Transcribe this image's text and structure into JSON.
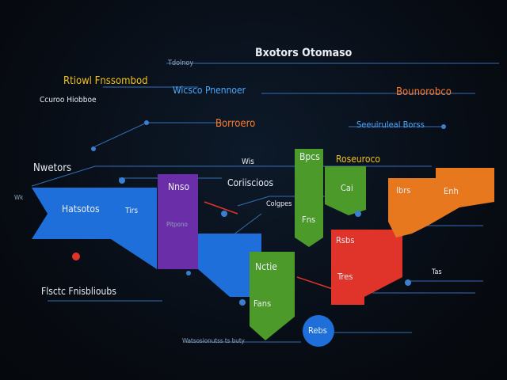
{
  "title": "Bxotors Otomaso",
  "colors": {
    "background": "#060a10",
    "blue": "#1e6fd9",
    "purple": "#6a2fa8",
    "green": "#4c9a2a",
    "red": "#e0342b",
    "orange": "#e8781e",
    "line": "#3b7fd0"
  },
  "labels": {
    "top_left": "Rtiowl Fnssombod",
    "top_small": "Tdolnoy",
    "left_subtitle": "Ccuroo Hiobboe",
    "center_sub": "Wicsco Pnennoer",
    "top_right": "Bounorobco",
    "center_orange": "Borroero",
    "right_sub": "Seeuiruleal Borss",
    "left_block": "Nwetors",
    "blue_label": "Hatsotos",
    "blue_small": "Tirs",
    "purple_label": "Nnso",
    "purple_small": "Pitpono",
    "center_text": "Coriiscioos",
    "mid_sub": "Colgpes",
    "green_top": "Bpcs",
    "green_mid": "Cai",
    "green_low": "Fns",
    "green_bottom": "Nctie",
    "green_foot": "Fans",
    "orange_right": "Roseuroco",
    "orange_box1": "Ibrs",
    "orange_box2": "Enh",
    "red_label": "Rsbs",
    "red_sub": "Tres",
    "circle_label": "Rebs",
    "bottom_left": "Flsctc Fnisblioubs",
    "bottom_line": "Watsosionutss ts buty",
    "mini_left": "Wk",
    "mini_tis": "Wis",
    "mini_mid": "Tas"
  }
}
